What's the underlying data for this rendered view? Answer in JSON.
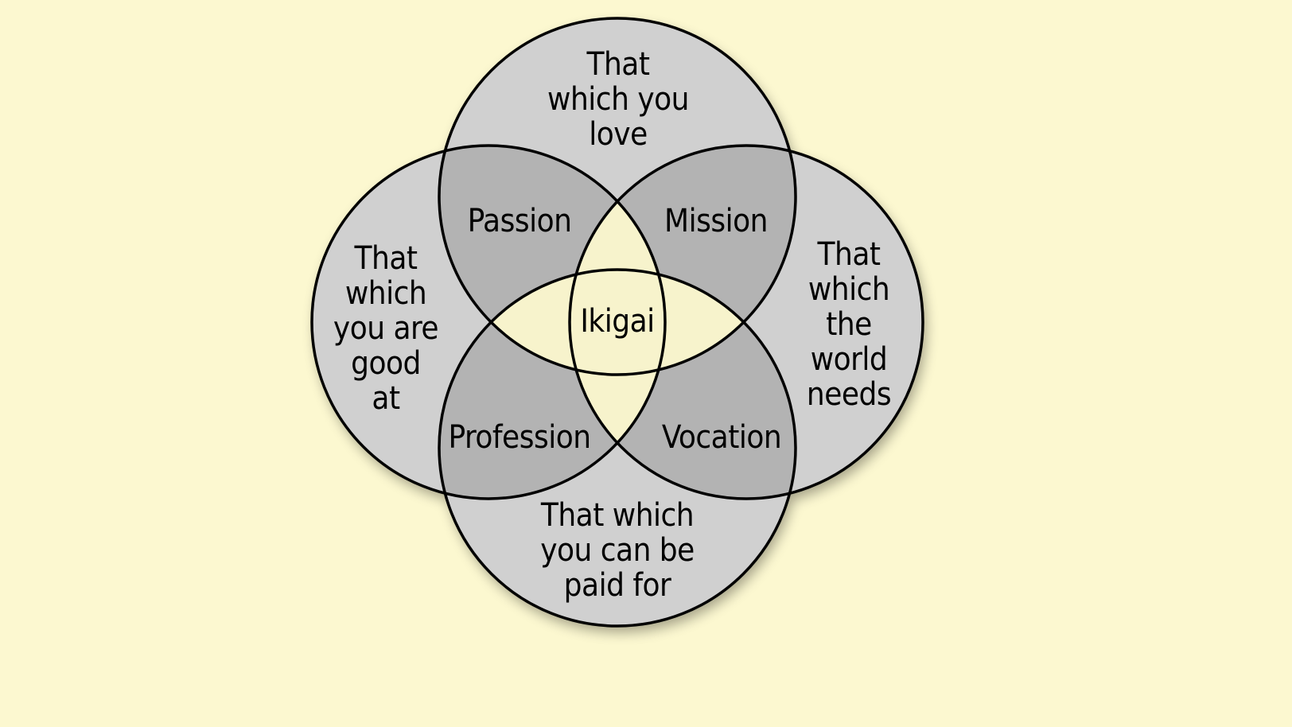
{
  "colors": {
    "background": "#fcf8d0",
    "single": "#d0d0d0",
    "double": "#b3b3b3",
    "center": "#f7f3cc",
    "stroke": "#000000"
  },
  "circles": {
    "top": [
      "That",
      "which you",
      "love"
    ],
    "left": [
      "That",
      "which",
      "you are",
      "good",
      "at"
    ],
    "right": [
      "That",
      "which",
      "the",
      "world",
      "needs"
    ],
    "bottom": [
      "That which",
      "you can be",
      "paid for"
    ]
  },
  "overlaps": {
    "passion": "Passion",
    "mission": "Mission",
    "profession": "Profession",
    "vocation": "Vocation",
    "center": "Ikigai"
  }
}
